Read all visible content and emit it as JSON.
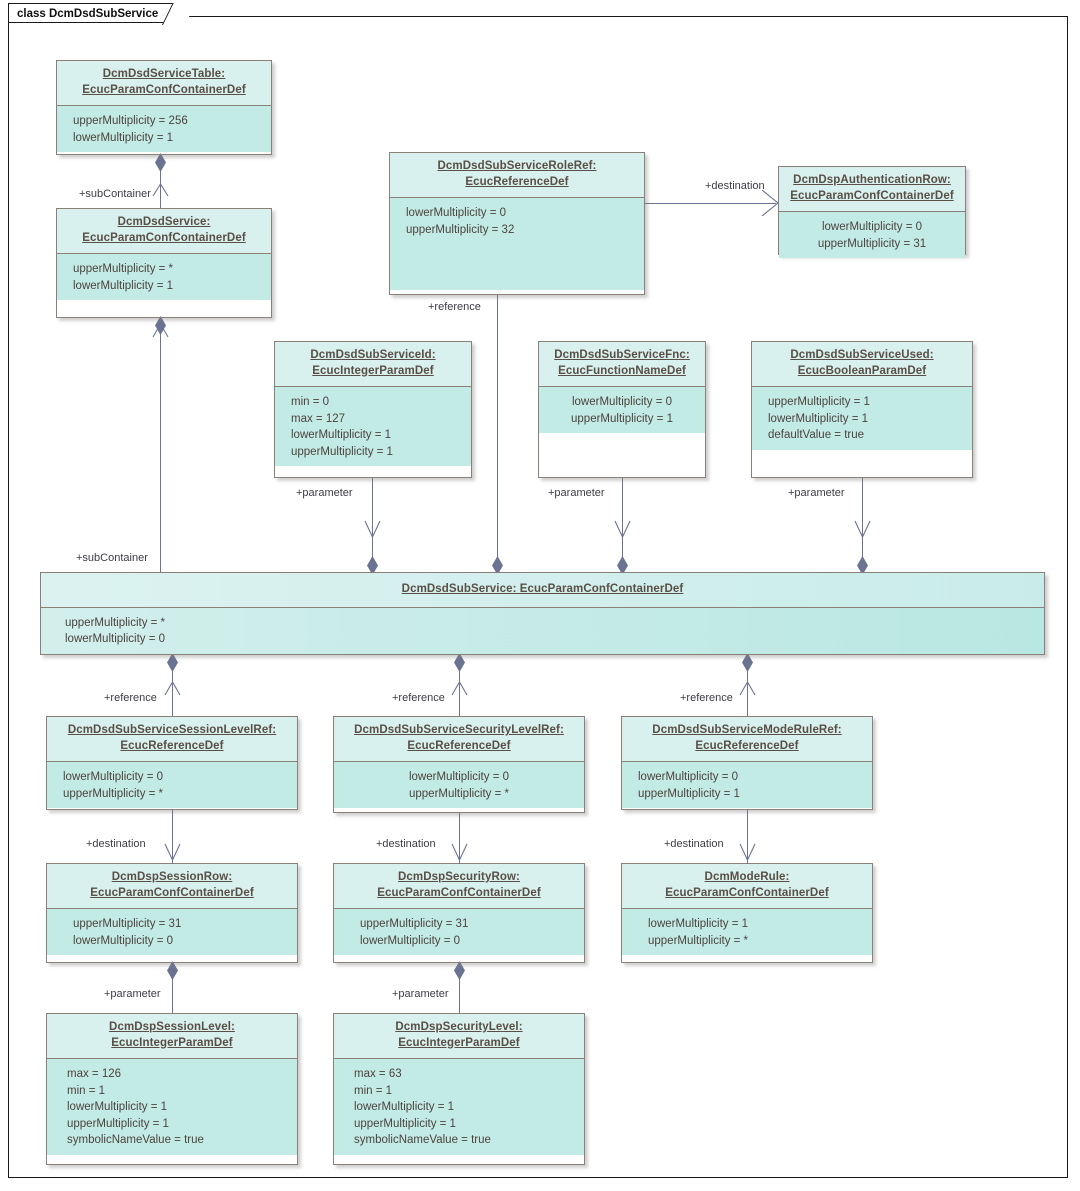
{
  "diagram": {
    "frame_label": "class DcmDsdSubService",
    "type": "uml-class-diagram",
    "accent_header": "#d8f0ee",
    "accent_body": "#c3ebe6",
    "border_color": "#8a8078",
    "connector_color": "#6b7393"
  },
  "classes": [
    {
      "id": "DcmDsdServiceTable",
      "name": "DcmDsdServiceTable:",
      "stereotype": "EcucParamConfContainerDef",
      "attributes": [
        "upperMultiplicity = 256",
        "lowerMultiplicity = 1"
      ]
    },
    {
      "id": "DcmDsdService",
      "name": "DcmDsdService:",
      "stereotype": "EcucParamConfContainerDef",
      "attributes": [
        "upperMultiplicity = *",
        "lowerMultiplicity = 1"
      ]
    },
    {
      "id": "DcmDsdSubServiceRoleRef",
      "name": "DcmDsdSubServiceRoleRef:",
      "stereotype": "EcucReferenceDef",
      "attributes": [
        "lowerMultiplicity = 0",
        "upperMultiplicity = 32"
      ]
    },
    {
      "id": "DcmDspAuthenticationRow",
      "name": "DcmDspAuthenticationRow:",
      "stereotype": "EcucParamConfContainerDef",
      "attributes": [
        "lowerMultiplicity = 0",
        "upperMultiplicity = 31"
      ]
    },
    {
      "id": "DcmDsdSubServiceId",
      "name": "DcmDsdSubServiceId:",
      "stereotype": "EcucIntegerParamDef",
      "attributes": [
        "min = 0",
        "max = 127",
        "lowerMultiplicity = 1",
        "upperMultiplicity = 1"
      ]
    },
    {
      "id": "DcmDsdSubServiceFnc",
      "name": "DcmDsdSubServiceFnc:",
      "stereotype": "EcucFunctionNameDef",
      "attributes": [
        "lowerMultiplicity = 0",
        "upperMultiplicity = 1"
      ]
    },
    {
      "id": "DcmDsdSubServiceUsed",
      "name": "DcmDsdSubServiceUsed:",
      "stereotype": "EcucBooleanParamDef",
      "attributes": [
        "upperMultiplicity = 1",
        "lowerMultiplicity = 1",
        "defaultValue = true"
      ]
    },
    {
      "id": "DcmDsdSubService",
      "name": "DcmDsdSubService: EcucParamConfContainerDef",
      "stereotype": "",
      "attributes": [
        "upperMultiplicity = *",
        "lowerMultiplicity = 0"
      ]
    },
    {
      "id": "DcmDsdSubServiceSessionLevelRef",
      "name": "DcmDsdSubServiceSessionLevelRef:",
      "stereotype": "EcucReferenceDef",
      "attributes": [
        "lowerMultiplicity = 0",
        "upperMultiplicity = *"
      ]
    },
    {
      "id": "DcmDsdSubServiceSecurityLevelRef",
      "name": "DcmDsdSubServiceSecurityLevelRef:",
      "stereotype": "EcucReferenceDef",
      "attributes": [
        "lowerMultiplicity = 0",
        "upperMultiplicity = *"
      ]
    },
    {
      "id": "DcmDsdSubServiceModeRuleRef",
      "name": "DcmDsdSubServiceModeRuleRef:",
      "stereotype": "EcucReferenceDef",
      "attributes": [
        "lowerMultiplicity = 0",
        "upperMultiplicity = 1"
      ]
    },
    {
      "id": "DcmDspSessionRow",
      "name": "DcmDspSessionRow:",
      "stereotype": "EcucParamConfContainerDef",
      "attributes": [
        "upperMultiplicity = 31",
        "lowerMultiplicity = 0"
      ]
    },
    {
      "id": "DcmDspSecurityRow",
      "name": "DcmDspSecurityRow:",
      "stereotype": "EcucParamConfContainerDef",
      "attributes": [
        "upperMultiplicity = 31",
        "lowerMultiplicity = 0"
      ]
    },
    {
      "id": "DcmModeRule",
      "name": "DcmModeRule:",
      "stereotype": "EcucParamConfContainerDef",
      "attributes": [
        "lowerMultiplicity = 1",
        "upperMultiplicity = *"
      ]
    },
    {
      "id": "DcmDspSessionLevel",
      "name": "DcmDspSessionLevel:",
      "stereotype": "EcucIntegerParamDef",
      "attributes": [
        "max = 126",
        "min = 1",
        "lowerMultiplicity = 1",
        "upperMultiplicity = 1",
        "symbolicNameValue = true"
      ]
    },
    {
      "id": "DcmDspSecurityLevel",
      "name": "DcmDspSecurityLevel:",
      "stereotype": "EcucIntegerParamDef",
      "attributes": [
        "max = 63",
        "min = 1",
        "lowerMultiplicity = 1",
        "upperMultiplicity = 1",
        "symbolicNameValue = true"
      ]
    }
  ],
  "connector_labels": {
    "sub_container_top": "+subContainer",
    "sub_container_main": "+subContainer",
    "destination_auth": "+destination",
    "reference_role": "+reference",
    "parameter_id": "+parameter",
    "parameter_fnc": "+parameter",
    "parameter_used": "+parameter",
    "reference_session": "+reference",
    "reference_security": "+reference",
    "reference_moderule": "+reference",
    "destination_session": "+destination",
    "destination_security": "+destination",
    "destination_moderule": "+destination",
    "parameter_session_level": "+parameter",
    "parameter_security_level": "+parameter"
  }
}
